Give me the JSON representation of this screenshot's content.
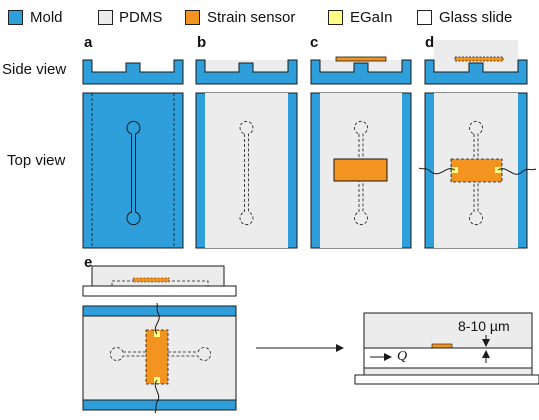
{
  "legend": [
    {
      "label": "Mold",
      "color": "#2e9fda"
    },
    {
      "label": "PDMS",
      "color": "#ececec"
    },
    {
      "label": "Strain sensor",
      "color": "#f39420"
    },
    {
      "label": "EGaIn",
      "color": "#ffff88"
    },
    {
      "label": "Glass slide",
      "color": "#ffffff"
    }
  ],
  "panels": [
    "a",
    "b",
    "c",
    "d",
    "e"
  ],
  "row_labels": {
    "side": "Side view",
    "top": "Top view"
  },
  "annotations": {
    "thickness": "8-10 µm",
    "flow": "Q"
  },
  "colors": {
    "mold": "#2e9fda",
    "pdms": "#ececec",
    "sensor": "#f39420",
    "egain": "#ffff88",
    "stroke": "#1a1a1a"
  }
}
